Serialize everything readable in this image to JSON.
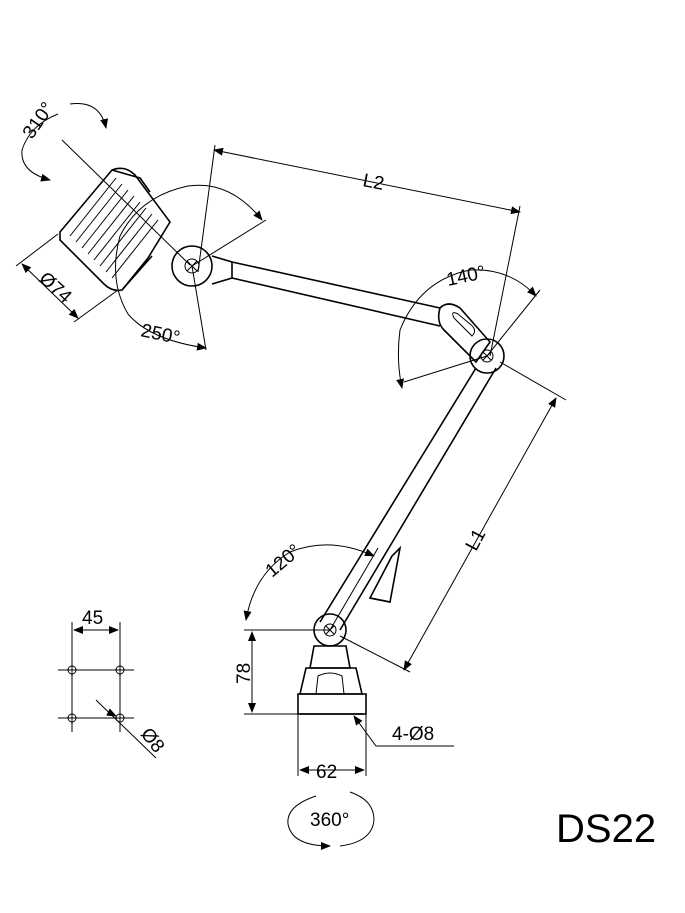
{
  "model": "DS22",
  "labels": {
    "rot_head": "310°",
    "dia_head": "Ø74",
    "angle_head": "250°",
    "len_upper": "L2",
    "angle_elbow": "140°",
    "len_lower": "L1",
    "angle_base": "120°",
    "height_base": "78",
    "holes": "4-Ø8",
    "width_base": "62",
    "rot_base": "360°",
    "hole_spacing": "45",
    "hole_dia": "Ø8"
  }
}
